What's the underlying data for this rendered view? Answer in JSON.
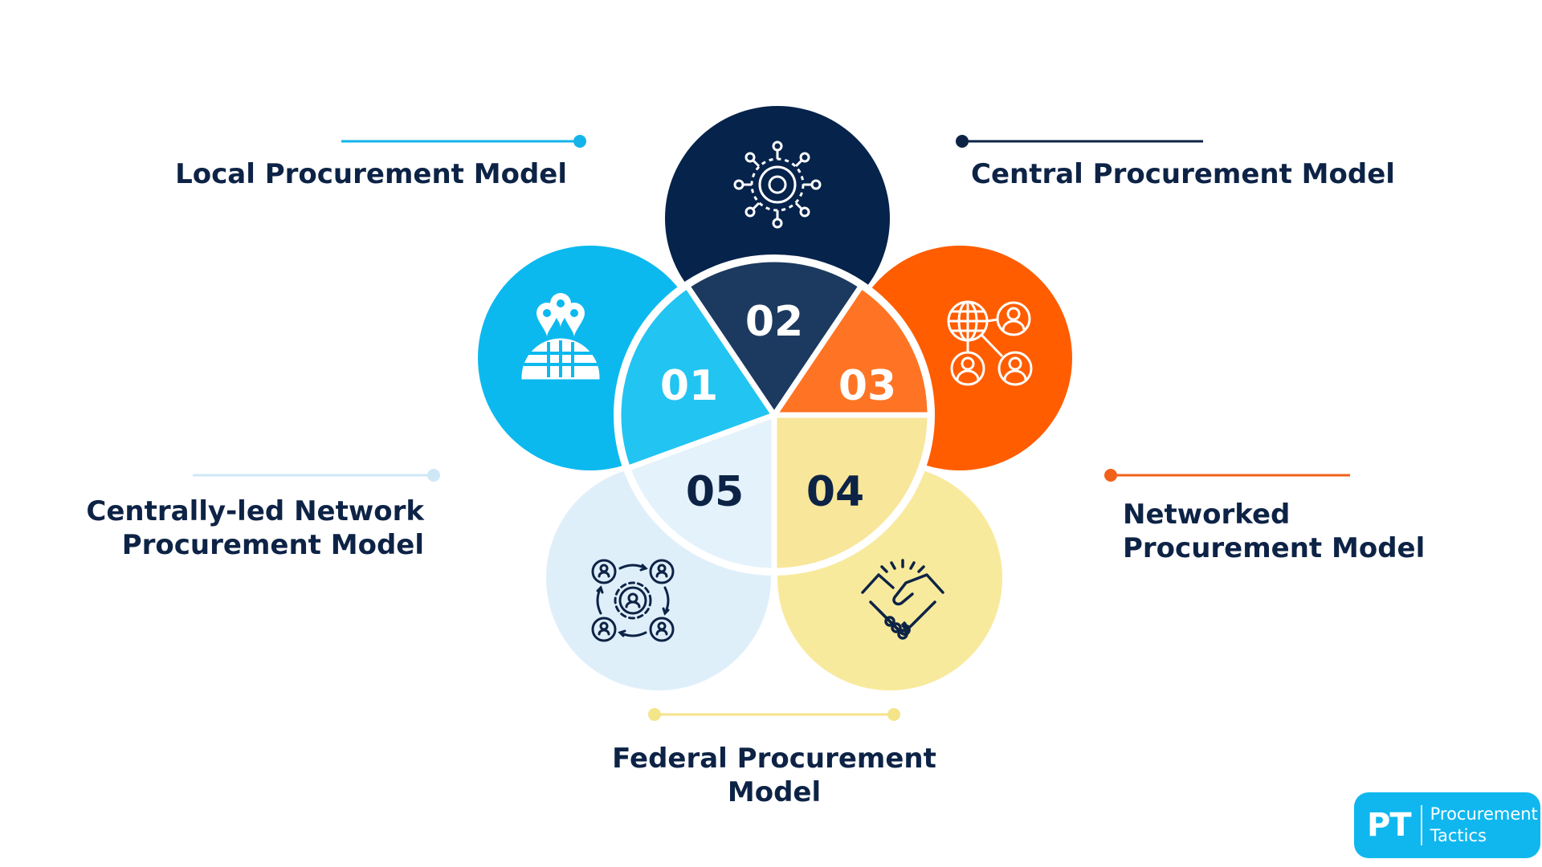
{
  "segments": [
    {
      "number": "01",
      "label_lines": [
        "Local Procurement Model"
      ],
      "icon": "location-pins-globe-icon",
      "petal_color": "#0bb9ef",
      "inner_color": "#22c4f1",
      "number_color": "#ffffff",
      "line_color": "#14b4ea"
    },
    {
      "number": "02",
      "label_lines": [
        "Central Procurement Model"
      ],
      "icon": "central-hub-network-icon",
      "petal_color": "#05234b",
      "inner_color": "#1c3a60",
      "number_color": "#ffffff",
      "line_color": "#0d2346"
    },
    {
      "number": "03",
      "label_lines": [
        "Networked",
        "Procurement Model"
      ],
      "icon": "globe-people-network-icon",
      "petal_color": "#ff5d00",
      "inner_color": "#ff7424",
      "number_color": "#ffffff",
      "line_color": "#f2611a"
    },
    {
      "number": "04",
      "label_lines": [
        "Federal Procurement",
        "Model"
      ],
      "icon": "handshake-icon",
      "petal_color": "#f8ea9c",
      "inner_color": "#f8e69a",
      "number_color": "#0d2346",
      "line_color": "#f4e48a"
    },
    {
      "number": "05",
      "label_lines": [
        "Centrally-led Network",
        "Procurement Model"
      ],
      "icon": "people-gear-cycle-icon",
      "petal_color": "#dfeffa",
      "inner_color": "#e4f2fb",
      "number_color": "#0d2346",
      "line_color": "#cfe8f7"
    }
  ],
  "colors": {
    "text": "#0d2346",
    "background": "#ffffff"
  },
  "logo": {
    "mark": "PT",
    "brand_lines": [
      "Procurement",
      "Tactics"
    ],
    "color": "#0fb7ee"
  }
}
